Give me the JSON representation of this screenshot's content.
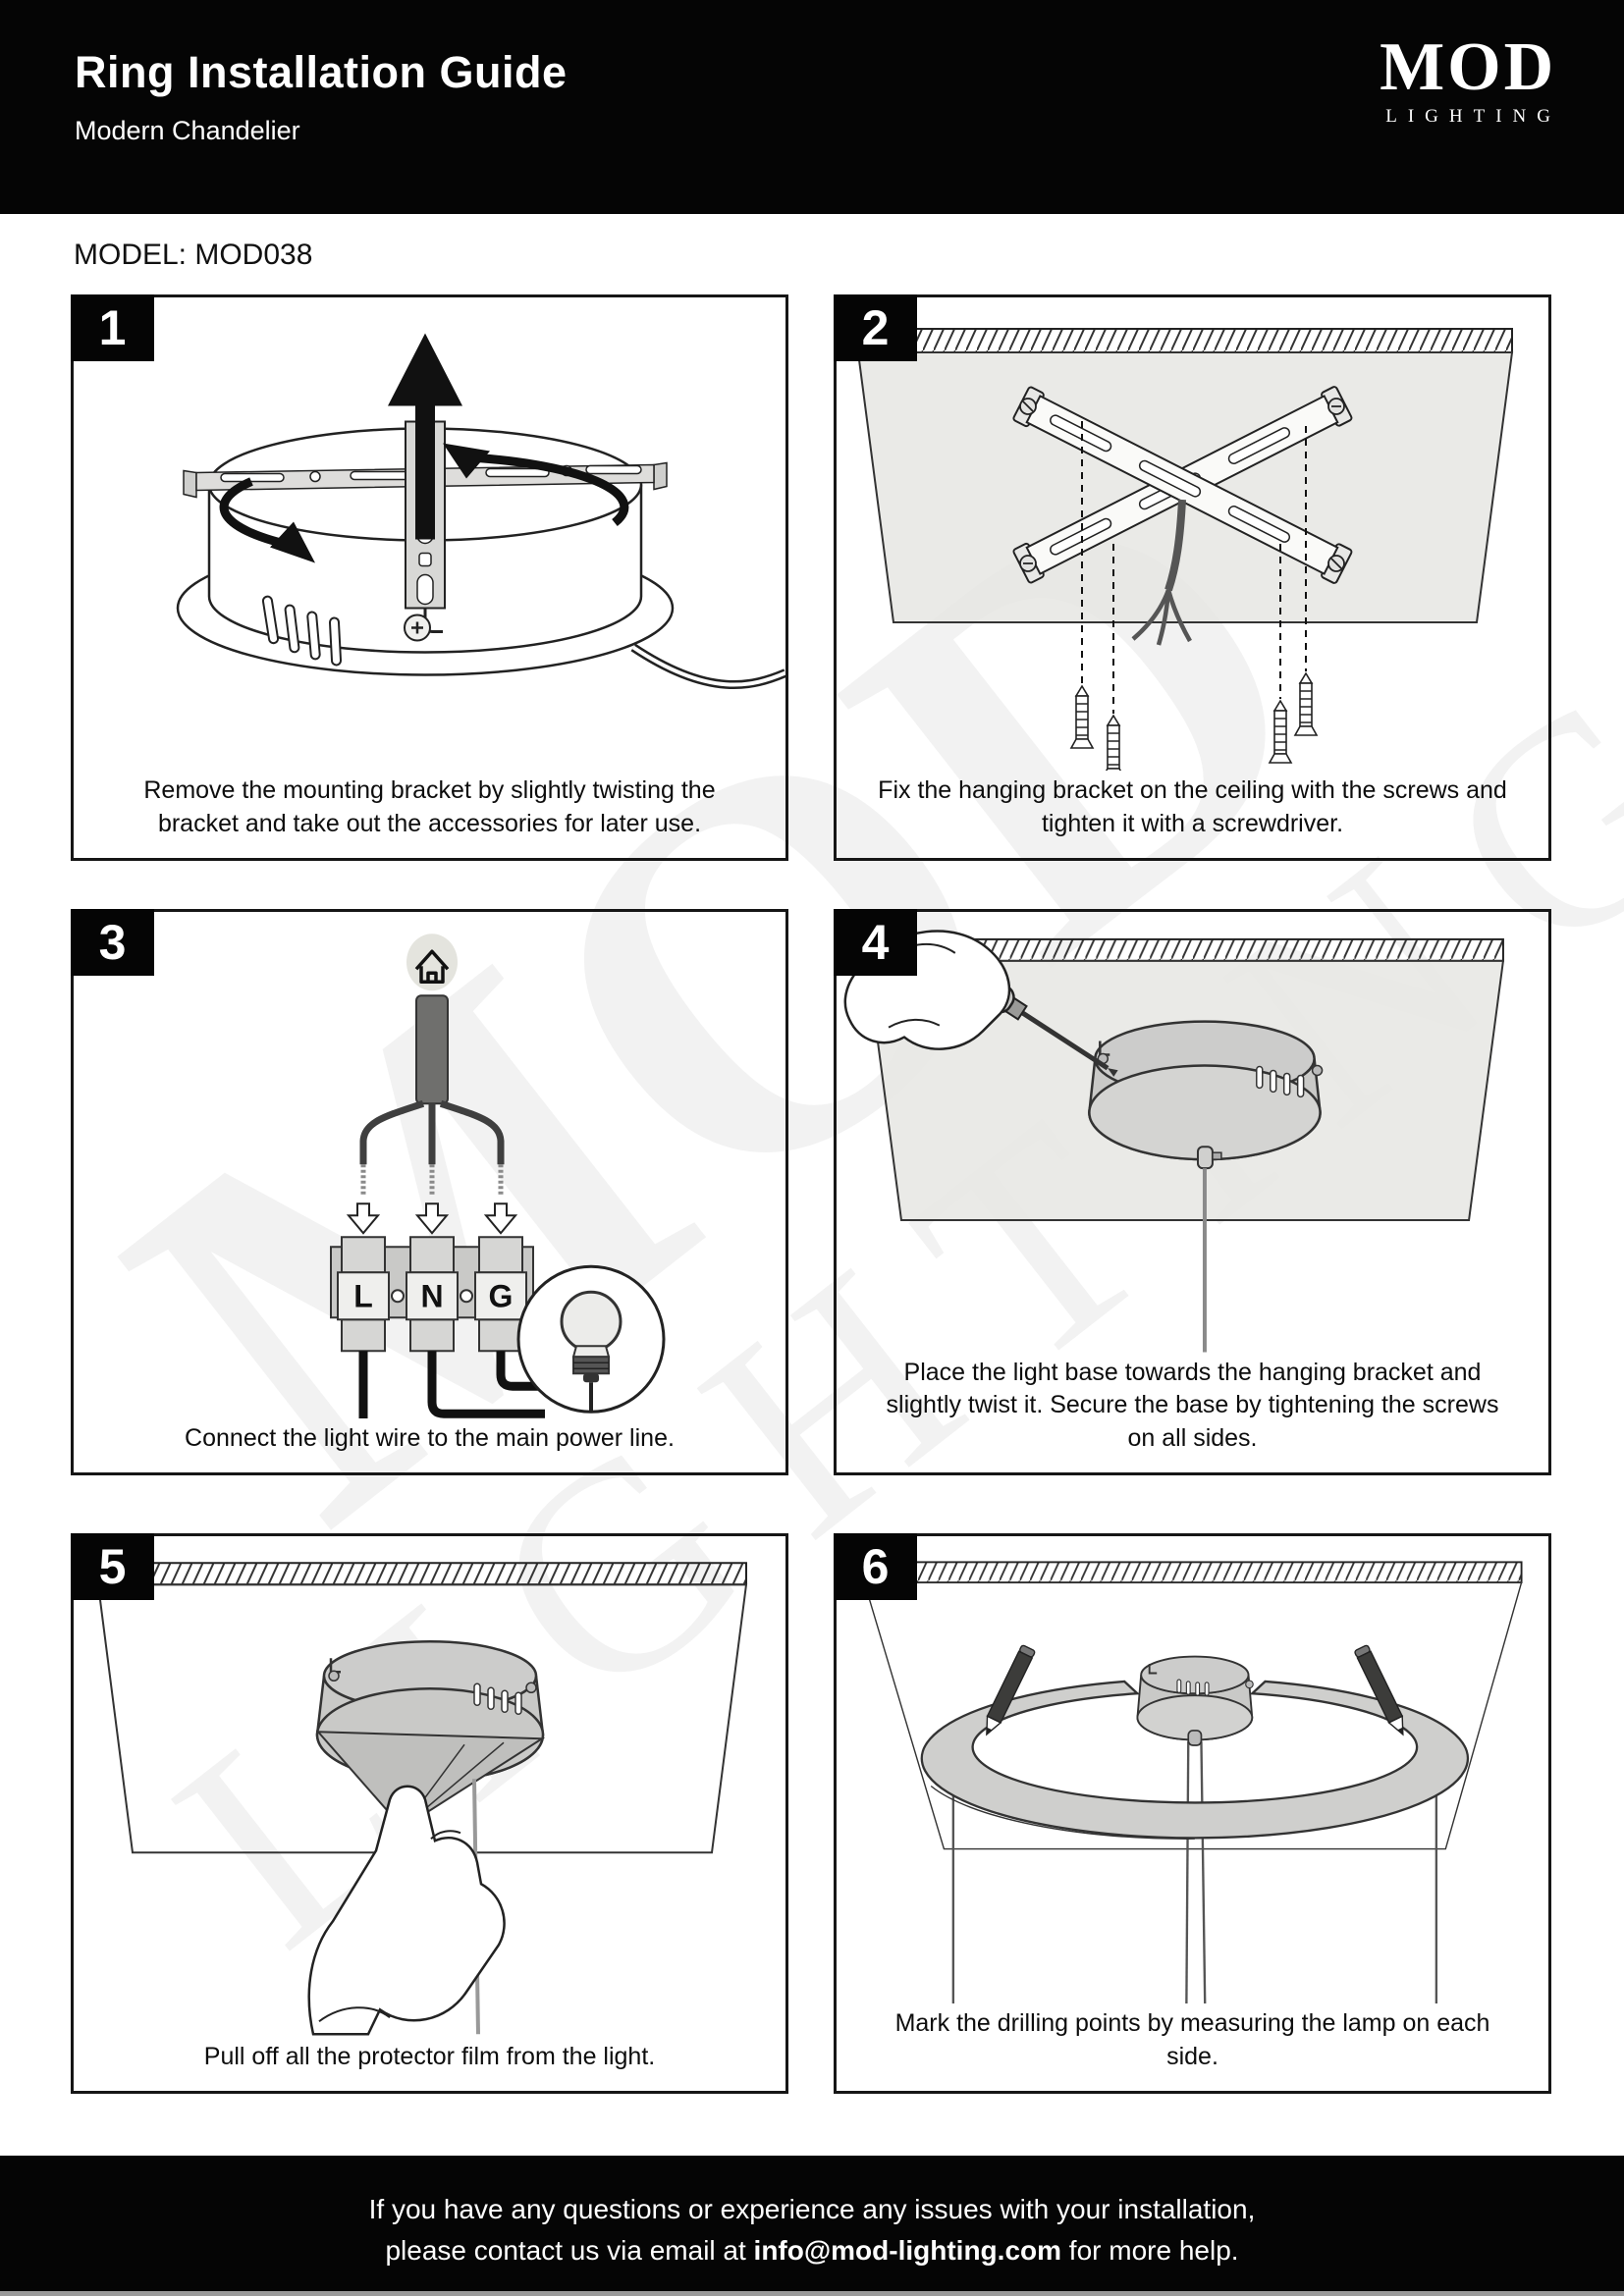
{
  "header": {
    "title": "Ring Installation Guide",
    "subtitle": "Modern Chandelier",
    "logo_main": "MOD",
    "logo_sub": "LIGHTING"
  },
  "model_line": "MODEL: MOD038",
  "watermark": {
    "line1": "MOD",
    "line2": "LIGHTING"
  },
  "steps": [
    {
      "number": "1",
      "caption": "Remove the mounting bracket by slightly twisting the bracket and take out the accessories for later use."
    },
    {
      "number": "2",
      "caption": "Fix the hanging bracket on the ceiling with the screws and tighten it with a screwdriver."
    },
    {
      "number": "3",
      "caption": "Connect the light wire to the main power line."
    },
    {
      "number": "4",
      "caption": "Place the light base towards the hanging bracket and slightly twist it. Secure the base by tightening the screws on all sides."
    },
    {
      "number": "5",
      "caption": "Pull off all the protector film from the light."
    },
    {
      "number": "6",
      "caption": "Mark the drilling points by measuring the lamp on each side."
    }
  ],
  "panel3": {
    "terminals": [
      "L",
      "N",
      "G"
    ]
  },
  "footer": {
    "line1": "If you have any questions or experience any issues with your installation,",
    "line2_prefix": "please contact us via email at ",
    "email": "info@mod-lighting.com",
    "line2_suffix": " for more help."
  },
  "colors": {
    "header_bg": "#050505",
    "panel_border": "#161616",
    "metal_gray": "#d6d6d4",
    "ceiling_gray": "#e7e7e4",
    "wire_dark": "#3f3f3f"
  }
}
